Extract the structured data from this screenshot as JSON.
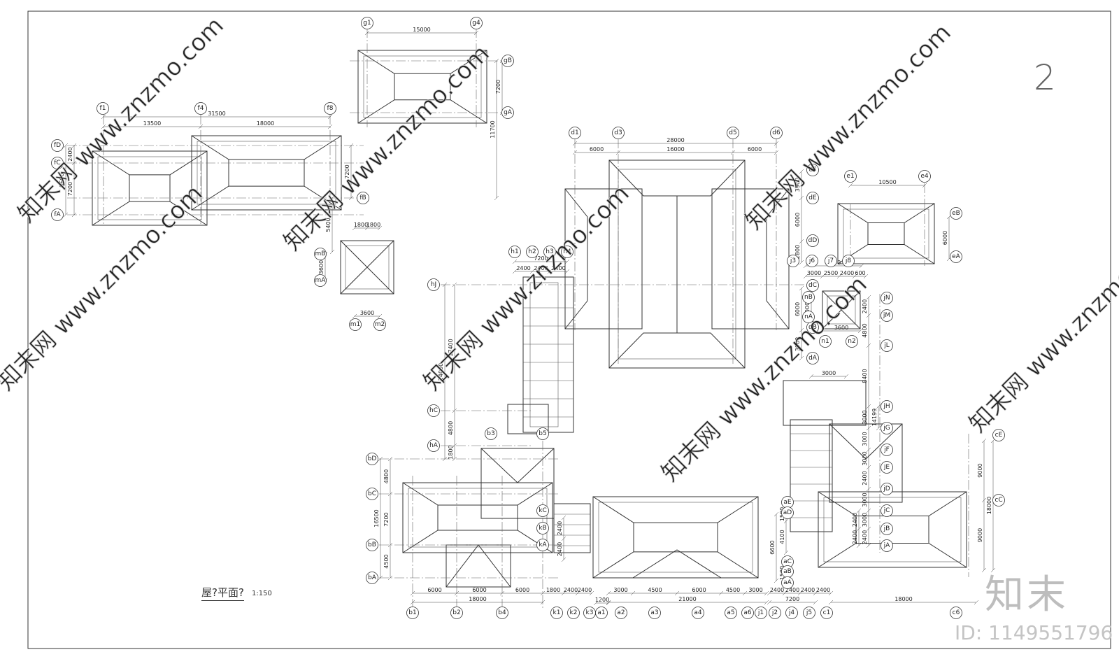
{
  "sheet_number": "2",
  "title": "屋?平面?",
  "scale": "1:150",
  "watermark": {
    "logo": "知末",
    "id": "ID: 1149551796",
    "site": "znzmo.com",
    "site_cn": "知末网"
  },
  "colors": {
    "line": "#333333",
    "axis": "#666666",
    "paper": "#ffffff",
    "watermark": "#c8c8c8"
  },
  "axes": {
    "g": [
      "g1",
      "g4",
      "gB",
      "gA"
    ],
    "f": [
      "f1",
      "f4",
      "f8",
      "fD",
      "fC",
      "fB",
      "fA"
    ],
    "d": [
      "d1",
      "d3",
      "d5",
      "d6",
      "dF",
      "dE",
      "dD",
      "dC",
      "dB",
      "dA"
    ],
    "e": [
      "e1",
      "e4",
      "eB",
      "eA"
    ],
    "m": [
      "mB",
      "mA",
      "m1",
      "m2"
    ],
    "h": [
      "h1",
      "h2",
      "h3",
      "h4",
      "hJ",
      "hC",
      "hA"
    ],
    "j": [
      "j3",
      "j6",
      "j7",
      "j8",
      "jN",
      "jM",
      "jL",
      "jH",
      "jG",
      "jF",
      "jE",
      "jD",
      "jC",
      "jB",
      "jA",
      "j1",
      "j2",
      "j4",
      "j5"
    ],
    "n": [
      "nB",
      "nA",
      "n1",
      "n2"
    ],
    "b": [
      "b3",
      "b5",
      "bD",
      "bC",
      "bB",
      "bA",
      "b1",
      "b2",
      "b4"
    ],
    "k": [
      "kC",
      "kB",
      "kA",
      "k1",
      "k2",
      "k3"
    ],
    "a": [
      "aE",
      "aD",
      "aC",
      "aB",
      "aA",
      "a1",
      "a2",
      "a3",
      "a4",
      "a5",
      "a6"
    ],
    "c": [
      "cE",
      "cC",
      "c1",
      "c6"
    ]
  },
  "dimensions": {
    "g": [
      "15000",
      "7200",
      "11700"
    ],
    "f": [
      "31500",
      "13500",
      "18000",
      "2400",
      "9600",
      "7200",
      "7200",
      "5400"
    ],
    "d": [
      "28000",
      "6000",
      "16000",
      "6000",
      "3900",
      "6000",
      "2800",
      "6000",
      "3900"
    ],
    "e": [
      "10500",
      "6000"
    ],
    "m": [
      "1800",
      "1800",
      "3600",
      "3600"
    ],
    "h": [
      "7200",
      "2400",
      "2400",
      "2400",
      "17400",
      "24000",
      "4800",
      "1800"
    ],
    "j": [
      "7900",
      "3000",
      "2500",
      "2400",
      "600",
      "3600",
      "2400",
      "4800",
      "8400",
      "3000",
      "3000",
      "3000",
      "2400",
      "3000",
      "3000",
      "2400",
      "2400",
      "2400",
      "14199"
    ],
    "b": [
      "4800",
      "16500",
      "7200",
      "4500",
      "6000",
      "6000",
      "6000",
      "18000"
    ],
    "k": [
      "2400",
      "2400",
      "1800",
      "2400",
      "2400",
      "1200"
    ],
    "a": [
      "3000",
      "4500",
      "6000",
      "4500",
      "3000",
      "21000",
      "1500",
      "4100",
      "6600",
      "1500",
      "2400",
      "2400",
      "7200",
      "2400",
      "2400"
    ],
    "c": [
      "9000",
      "18000",
      "9000",
      "18000"
    ],
    "n": [
      "3000",
      "6000"
    ]
  }
}
